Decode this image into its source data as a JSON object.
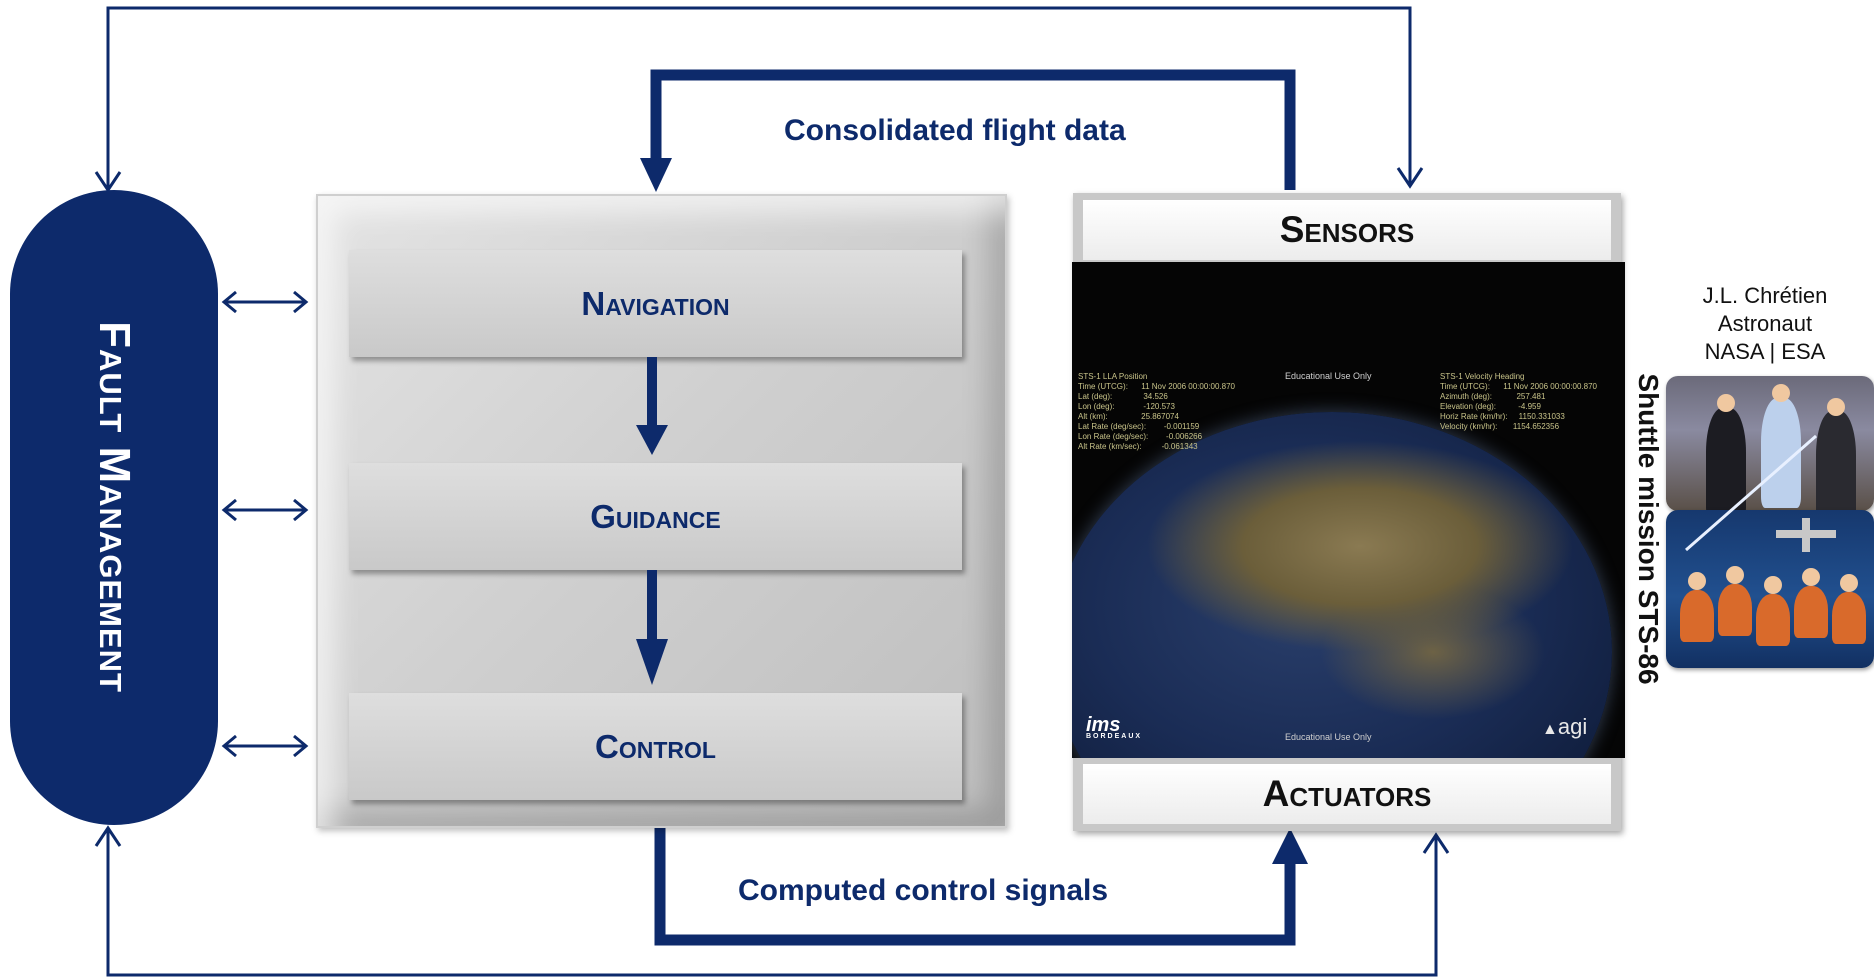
{
  "fault_management": {
    "label": "Fault Management"
  },
  "gnc": {
    "navigation": "Navigation",
    "guidance": "Guidance",
    "control": "Control"
  },
  "hardware": {
    "sensors": "Sensors",
    "actuators": "Actuators"
  },
  "flows": {
    "consolidated": "Consolidated flight data",
    "computed": "Computed control signals"
  },
  "stk_screen": {
    "left_block": "STS-1 LLA Position\nTime (UTCG):      11 Nov 2006 00:00:00.870\nLat (deg):              34.526\nLon (deg):             -120.573\nAlt (km):               25.867074\nLat Rate (deg/sec):        -0.001159\nLon Rate (deg/sec):        -0.006266\nAlt Rate (km/sec):         -0.061343",
    "right_block": "STS-1 Velocity Heading\nTime (UTCG):      11 Nov 2006 00:00:00.870\nAzimuth (deg):           257.481\nElevation (deg):          -4.959\nHoriz Rate (km/hr):     1150.331033\nVelocity (km/hr):       1154.652356",
    "top_center": "Educational Use Only",
    "bottom_center": "Educational Use Only",
    "logo_left": "ims",
    "logo_left_sub": "BORDEAUX",
    "logo_right": "agi"
  },
  "mission": {
    "label": "Shuttle mission STS-86",
    "astronaut_name": "J.L. Chrétien",
    "astronaut_role": "Astronaut",
    "agencies": "NASA | ESA"
  },
  "colors": {
    "navy": "#0d2a6b",
    "panel_gray": "#cfcfcf"
  }
}
